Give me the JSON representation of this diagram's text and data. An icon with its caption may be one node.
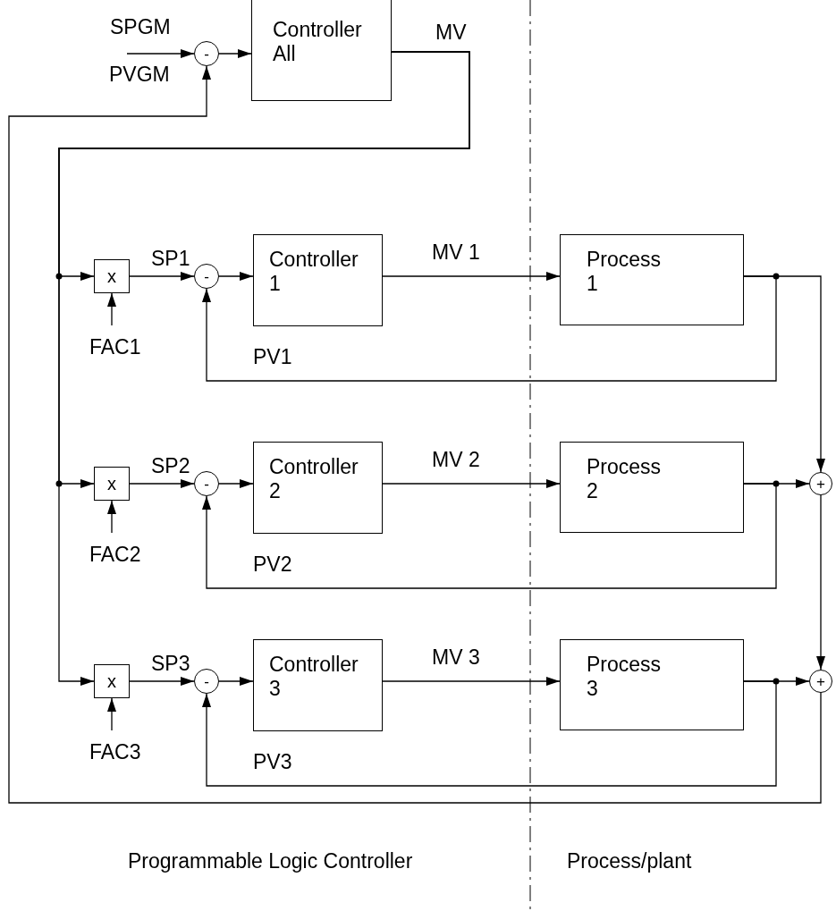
{
  "diagram": {
    "nodes": [
      {
        "text": [
          "-"
        ]
      },
      {
        "text": [
          "Controller All"
        ]
      },
      {
        "text": [
          "x"
        ]
      },
      {
        "text": [
          "-"
        ]
      },
      {
        "text": [
          "Controller 1"
        ]
      },
      {
        "text": [
          "Process 1"
        ]
      },
      {
        "text": [
          "x"
        ]
      },
      {
        "text": [
          "-"
        ]
      },
      {
        "text": [
          "Controller 2"
        ]
      },
      {
        "text": [
          "Process 2"
        ]
      },
      {
        "text": [
          "+"
        ]
      },
      {
        "text": [
          "x"
        ]
      },
      {
        "text": [
          "-"
        ]
      },
      {
        "text": [
          "Controller 3"
        ]
      },
      {
        "text": [
          "Process 3"
        ]
      },
      {
        "text": [
          "+"
        ]
      }
    ],
    "edges": [
      {
        "from": null,
        "to": 0,
        "arrow": "to",
        "label": "SPGM"
      },
      {
        "from": 0,
        "to": 1,
        "arrow": "to"
      },
      {
        "from": 1,
        "to": 2,
        "arrow": "to",
        "label": "MV"
      },
      {
        "from": 1,
        "to": 6,
        "arrow": "to"
      },
      {
        "from": 1,
        "to": 11,
        "arrow": "to"
      },
      {
        "from": 2,
        "to": 3,
        "arrow": "to",
        "label": "SP1"
      },
      {
        "from": null,
        "to": 2,
        "arrow": "to",
        "label": "FAC1"
      },
      {
        "from": 3,
        "to": 4,
        "arrow": "to"
      },
      {
        "from": 4,
        "to": 5,
        "arrow": "to",
        "label": "MV 1"
      },
      {
        "from": 5,
        "to": 3,
        "arrow": "to",
        "label": "PV1"
      },
      {
        "from": 5,
        "to": 10,
        "arrow": "to"
      },
      {
        "from": 6,
        "to": 7,
        "arrow": "to",
        "label": "SP2"
      },
      {
        "from": null,
        "to": 6,
        "arrow": "to",
        "label": "FAC2"
      },
      {
        "from": 7,
        "to": 8,
        "arrow": "to"
      },
      {
        "from": 8,
        "to": 9,
        "arrow": "to",
        "label": "MV 2"
      },
      {
        "from": 9,
        "to": 7,
        "arrow": "to",
        "label": "PV2"
      },
      {
        "from": 9,
        "to": 10,
        "arrow": "to"
      },
      {
        "from": 10,
        "to": 15,
        "arrow": "to"
      },
      {
        "from": 11,
        "to": 12,
        "arrow": "to",
        "label": "SP3"
      },
      {
        "from": null,
        "to": 11,
        "arrow": "to",
        "label": "FAC3"
      },
      {
        "from": 12,
        "to": 13,
        "arrow": "to"
      },
      {
        "from": 13,
        "to": 14,
        "arrow": "to",
        "label": "MV 3"
      },
      {
        "from": 14,
        "to": 12,
        "arrow": "to",
        "label": "PV3"
      },
      {
        "from": 14,
        "to": 15,
        "arrow": "to"
      },
      {
        "from": 15,
        "to": 0,
        "arrow": "to"
      }
    ],
    "labels": [
      "PVGM",
      "Programmable Logic Controller",
      "Process/plant"
    ]
  }
}
